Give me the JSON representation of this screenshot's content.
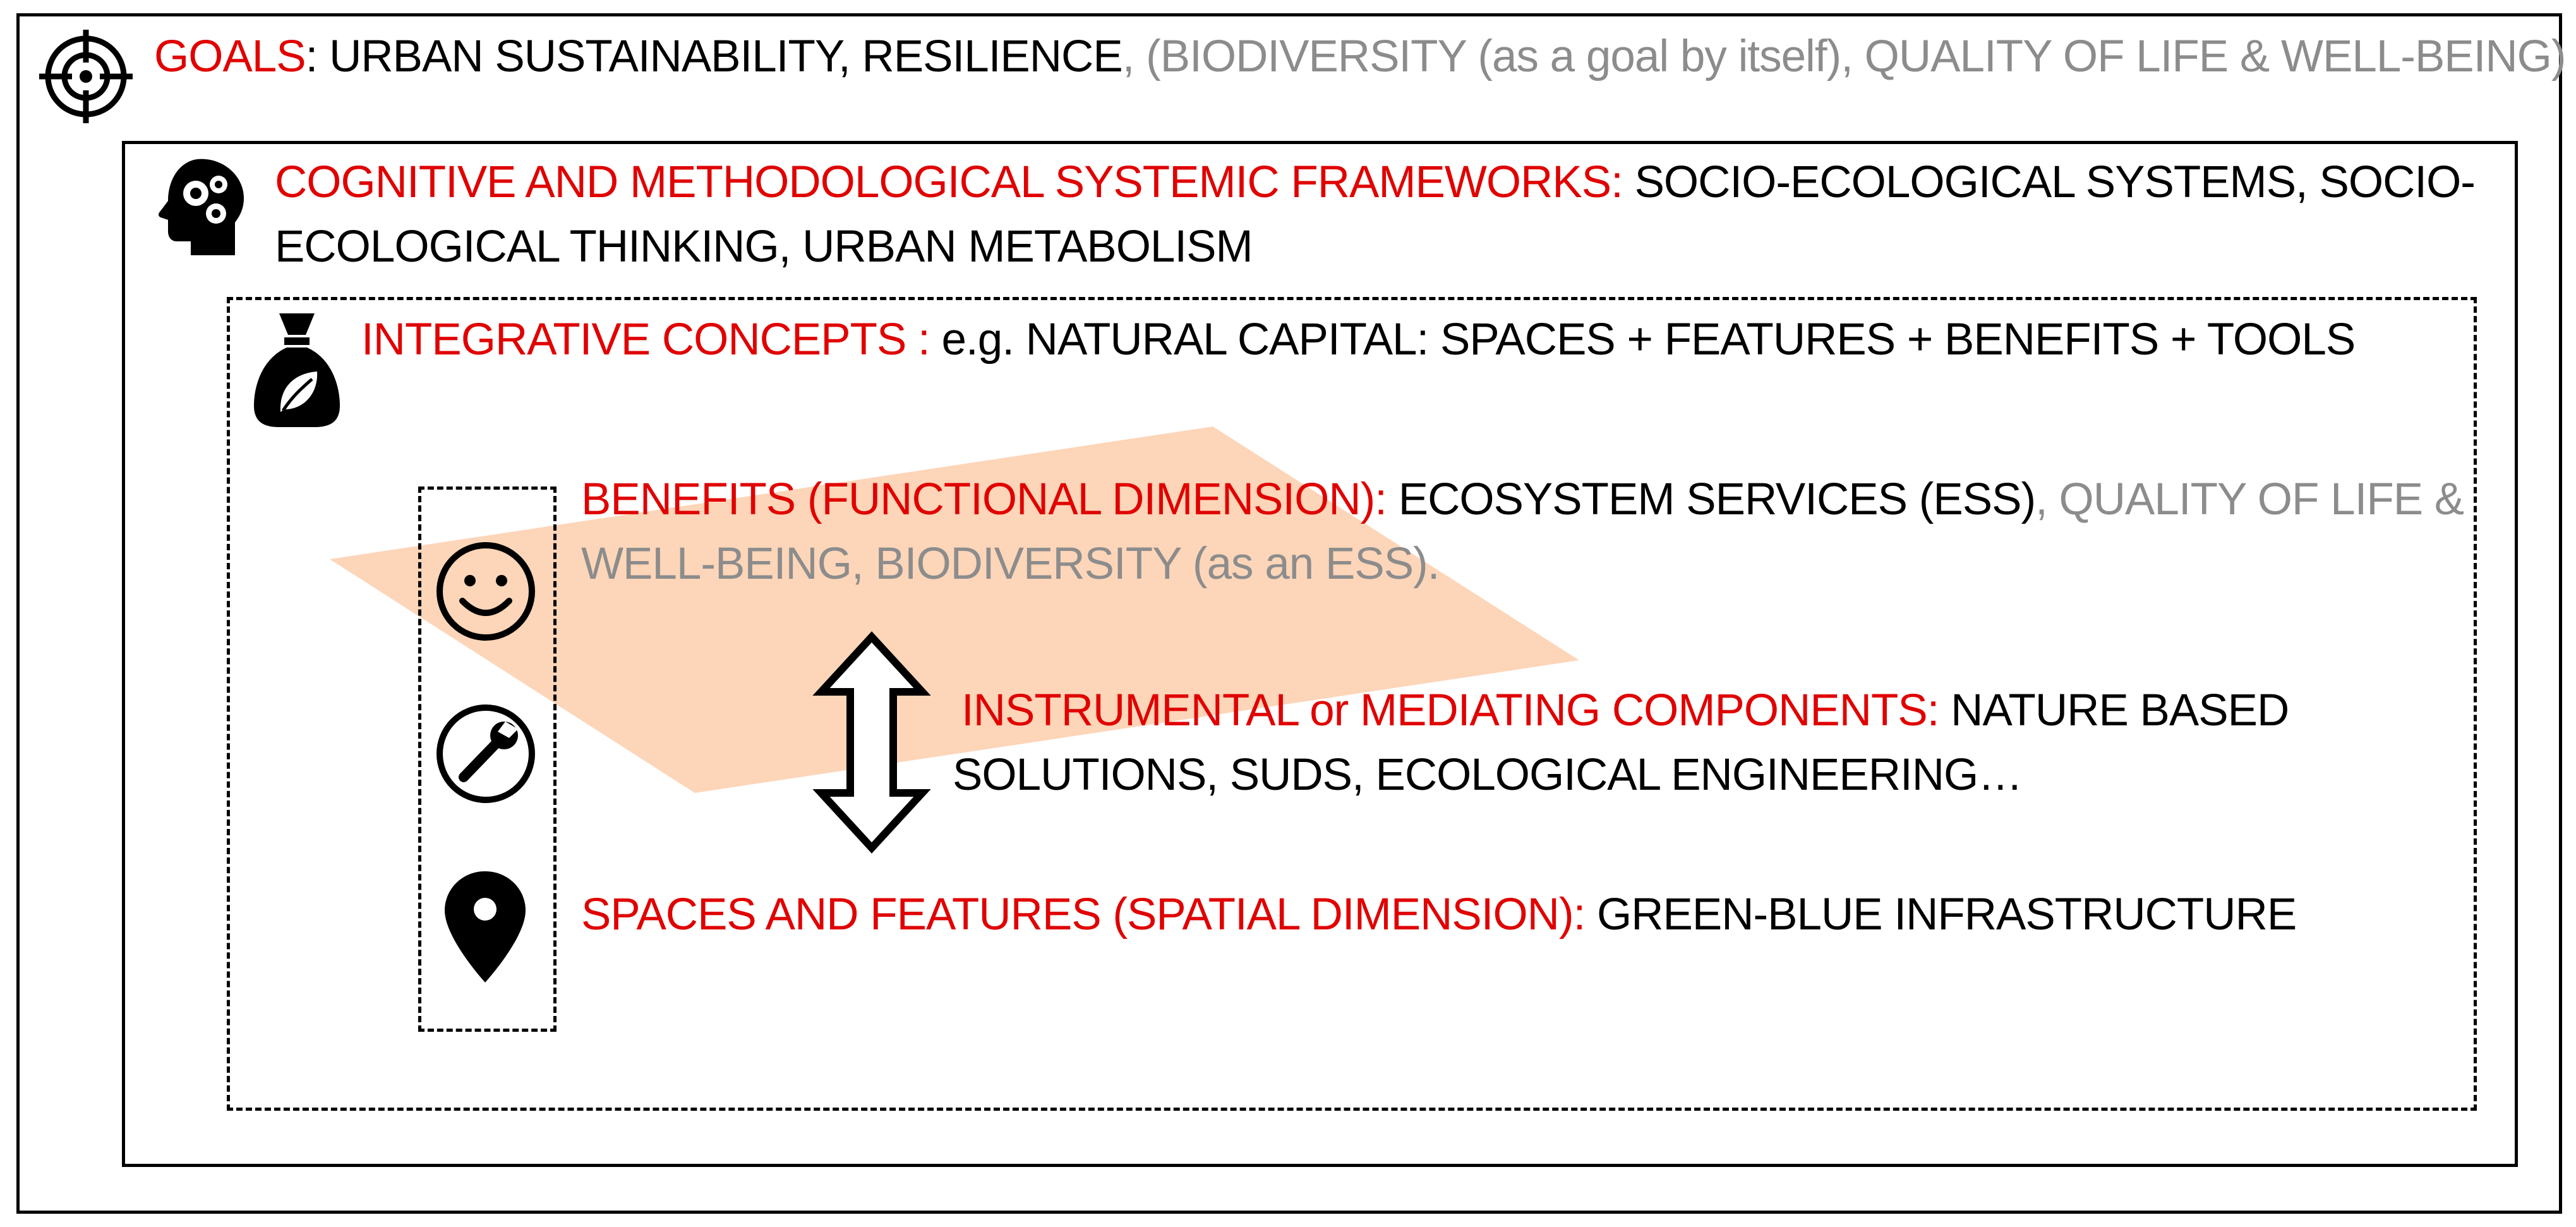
{
  "goals": {
    "label": "GOALS",
    "sep": ": ",
    "text_main": "URBAN SUSTAINABILITY, RESILIENCE",
    "text_extra": ", (BIODIVERSITY (as a goal by itself), QUALITY OF LIFE & WELL-BEING)"
  },
  "frameworks": {
    "label": "COGNITIVE AND METHODOLOGICAL SYSTEMIC FRAMEWORKS:",
    "text_line1": " SOCIO-ECOLOGICAL SYSTEMS, SOCIO-",
    "text_line2": "ECOLOGICAL THINKING, URBAN METABOLISM"
  },
  "concepts": {
    "label": "INTEGRATIVE CONCEPTS : ",
    "text": "e.g. NATURAL CAPITAL: SPACES + FEATURES + BENEFITS + TOOLS"
  },
  "benefits": {
    "label": "BENEFITS (FUNCTIONAL DIMENSION):",
    "text_main": " ECOSYSTEM SERVICES (ESS)",
    "text_extra1": ", QUALITY OF LIFE &",
    "text_extra2": "WELL-BEING, BIODIVERSITY (as an ESS)."
  },
  "instrumental": {
    "label": "INSTRUMENTAL or MEDIATING COMPONENTS:",
    "text_line1": " NATURE BASED",
    "text_line2": "SOLUTIONS, SUDS, ECOLOGICAL ENGINEERING…"
  },
  "spaces": {
    "label": "SPACES AND FEATURES (SPATIAL DIMENSION):",
    "text": " GREEN-BLUE INFRASTRUCTURE"
  },
  "icons": {
    "goals": "target-icon",
    "frameworks": "head-gears-icon",
    "concepts": "money-bag-leaf-icon",
    "benefits": "smiley-face-icon",
    "instrumental": "wrench-icon",
    "spaces": "map-pin-icon",
    "relation": "double-arrow-icon"
  },
  "colors": {
    "label_red": "#e00000",
    "text_black": "#000000",
    "text_gray": "#8c8c8c",
    "plane_orange": "#fdd5b8"
  }
}
